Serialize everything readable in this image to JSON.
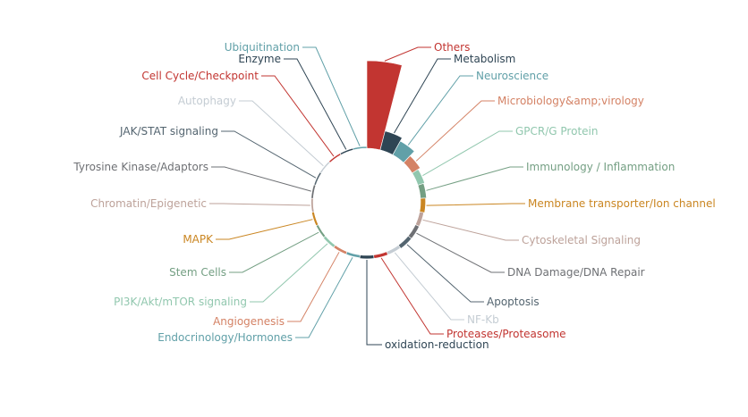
{
  "chart_data": {
    "type": "pie",
    "variant": "nightingale-rose",
    "title": "",
    "legend": "none",
    "categories": [
      "Others",
      "Metabolism",
      "Neuroscience",
      "Microbiology&amp;virology",
      "GPCR/G Protein",
      "Immunology / Inflammation",
      "Membrane transporter/Ion channel",
      "Cytoskeletal Signaling",
      "DNA Damage/DNA Repair",
      "Apoptosis",
      "NF-Kb",
      "Proteases/Proteasome",
      "oxidation-reduction",
      "Endocrinology/Hormones",
      "Angiogenesis",
      "PI3K/Akt/mTOR signaling",
      "Stem Cells",
      "MAPK",
      "Chromatin/Epigenetic",
      "Tyrosine Kinase/Adaptors",
      "JAK/STAT signaling",
      "Autophagy",
      "Cell Cycle/Checkpoint",
      "Enzyme",
      "Ubiquitination"
    ],
    "values": [
      40,
      18,
      16,
      12,
      10,
      9,
      8,
      7,
      7,
      7,
      6,
      6,
      6,
      5,
      5,
      5,
      4,
      4,
      3,
      3,
      2,
      2,
      1,
      1,
      1
    ],
    "colors": [
      "#c23531",
      "#2f4554",
      "#61a0a8",
      "#d48265",
      "#91c7ae",
      "#749f83",
      "#ca8622",
      "#bda29a",
      "#6e7074",
      "#546570",
      "#c4ccd3",
      "#c23531",
      "#2f4554",
      "#61a0a8",
      "#d48265",
      "#91c7ae",
      "#749f83",
      "#ca8622",
      "#bda29a",
      "#6e7074",
      "#546570",
      "#c4ccd3",
      "#c23531",
      "#2f4554",
      "#61a0a8"
    ]
  }
}
